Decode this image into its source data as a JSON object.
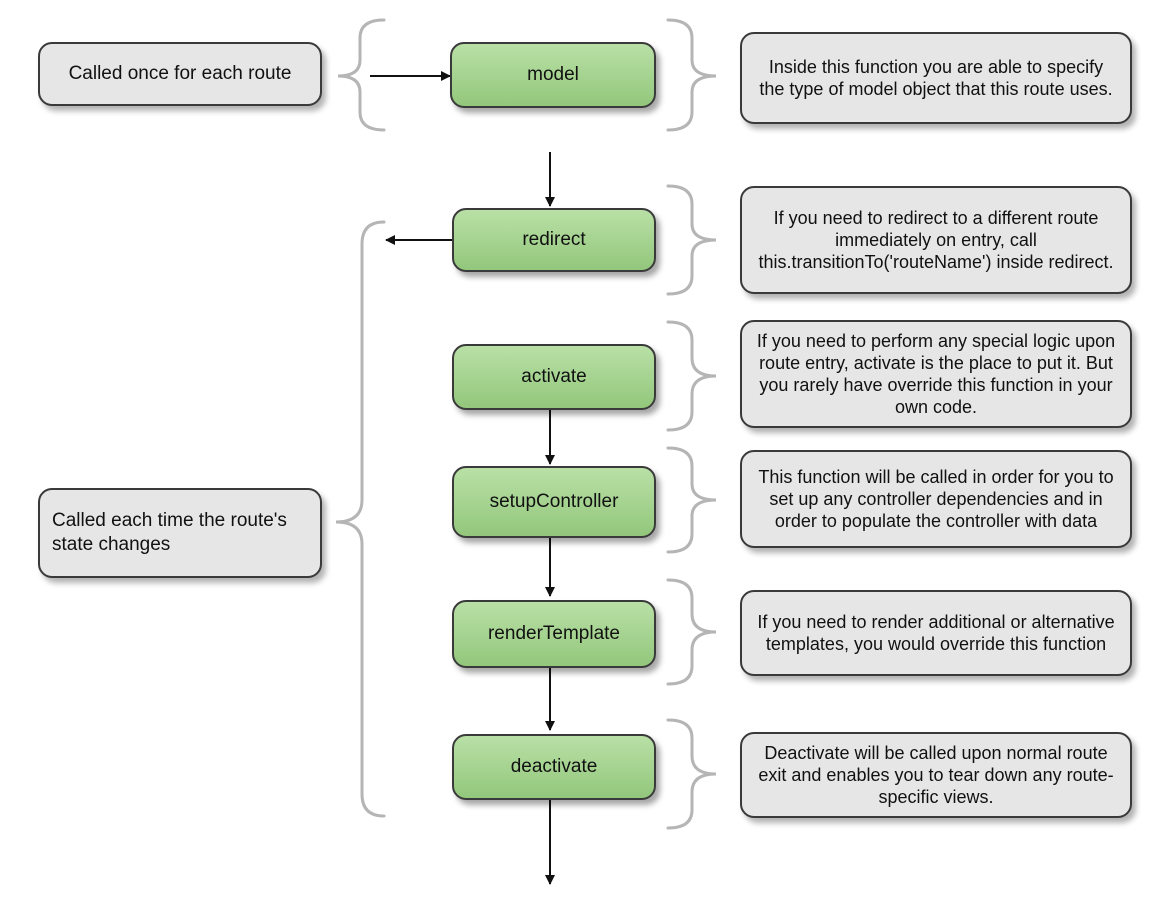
{
  "groups": {
    "once_label": "Called once for each route",
    "each_label": "Called each time the route's state changes"
  },
  "hooks": [
    {
      "name": "model"
    },
    {
      "name": "redirect"
    },
    {
      "name": "activate"
    },
    {
      "name": "setupController"
    },
    {
      "name": "renderTemplate"
    },
    {
      "name": "deactivate"
    }
  ],
  "notes": [
    {
      "text": "Inside this function you are able to specify the type of model object that this route uses."
    },
    {
      "text": "If you need to redirect to a different route immediately on entry, call this.transitionTo('routeName') inside redirect."
    },
    {
      "text": "If you need to perform any special logic upon route entry, activate is the place to put it. But you rarely have override this function in your own code."
    },
    {
      "text": "This function will be called in order for you to set up any controller dependencies and in order to populate the controller with data"
    },
    {
      "text": "If you need to render additional or alternative templates, you would override this function"
    },
    {
      "text": "Deactivate will be called upon normal route exit and enables you to tear down any route-specific views."
    }
  ],
  "colors": {
    "hook_fill": "#9fcf8a",
    "note_fill": "#e6e6e6",
    "brace": "#b5b5b5",
    "arrow": "#111111"
  }
}
